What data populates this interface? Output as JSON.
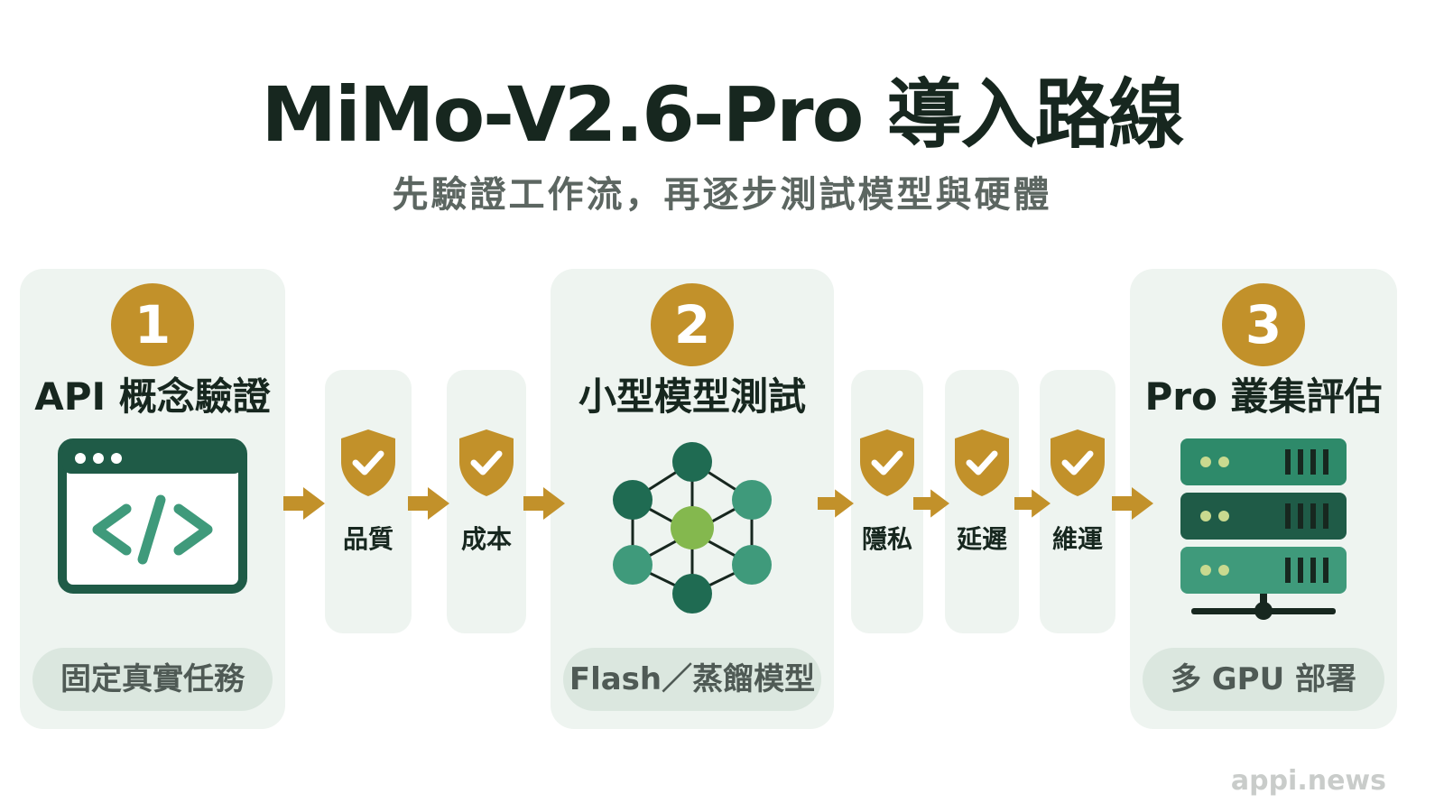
{
  "title": "MiMo-V2.6-Pro 導入路線",
  "subtitle": "先驗證工作流，再逐步測試模型與硬體",
  "stages": [
    {
      "number": "1",
      "title": "API 概念驗證",
      "caption": "固定真實任務",
      "icon": "code-window-icon"
    },
    {
      "number": "2",
      "title": "小型模型測試",
      "caption": "Flash／蒸餾模型",
      "icon": "network-graph-icon"
    },
    {
      "number": "3",
      "title": "Pro 叢集評估",
      "caption": "多 GPU 部署",
      "icon": "server-rack-icon"
    }
  ],
  "checks": [
    {
      "label": "品質",
      "icon": "shield-check-icon"
    },
    {
      "label": "成本",
      "icon": "shield-check-icon"
    },
    {
      "label": "隱私",
      "icon": "shield-check-icon"
    },
    {
      "label": "延遲",
      "icon": "shield-check-icon"
    },
    {
      "label": "維運",
      "icon": "shield-check-icon"
    }
  ],
  "watermark": "appi.news",
  "colors": {
    "accent_gold": "#c2912a",
    "dark_green": "#1f5b47",
    "mid_green": "#3f9a7b",
    "light_green": "#84b84e",
    "card_bg": "#eef4f0",
    "pill_bg": "#dbe7df",
    "title_text": "#17271f"
  }
}
